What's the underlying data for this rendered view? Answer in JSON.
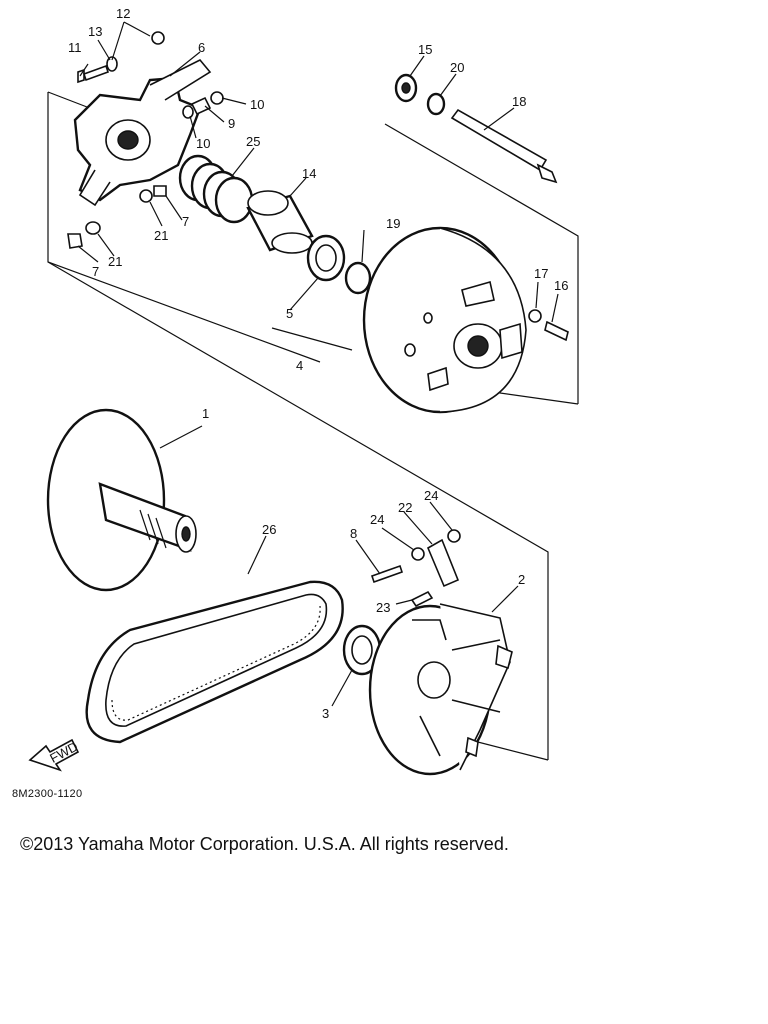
{
  "drawing_code": "8M2300-1120",
  "copyright": "©2013 Yamaha Motor Corporation. U.S.A. All rights reserved.",
  "fwd_label": "FWD",
  "callouts": {
    "c11": "11",
    "c13": "13",
    "c12": "12",
    "c6": "6",
    "c10a": "10",
    "c9": "9",
    "c10b": "10",
    "c25": "25",
    "c14": "14",
    "c7a": "7",
    "c21a": "21",
    "c21b": "21",
    "c7b": "7",
    "c15": "15",
    "c20": "20",
    "c18": "18",
    "c19": "19",
    "c5": "5",
    "c4": "4",
    "c17": "17",
    "c16": "16",
    "c1": "1",
    "c26": "26",
    "c8": "8",
    "c24a": "24",
    "c22": "22",
    "c24b": "24",
    "c2": "2",
    "c23": "23",
    "c3": "3"
  }
}
